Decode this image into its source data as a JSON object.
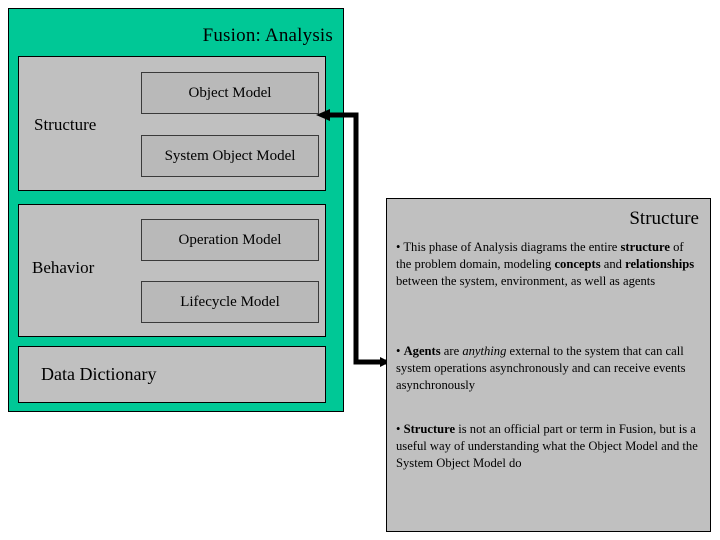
{
  "diagram": {
    "title": "Fusion: Analysis",
    "background_color": "#00c896",
    "panel_color": "#c0c0c0",
    "model_box_color": "#b9b9b9",
    "groups": [
      {
        "label": "Structure",
        "models": [
          "Object Model",
          "System Object Model"
        ]
      },
      {
        "label": "Behavior",
        "models": [
          "Operation Model",
          "Lifecycle Model"
        ]
      }
    ],
    "data_dictionary_label": "Data Dictionary"
  },
  "connector": {
    "name": "structure-to-notes-connector",
    "style": "double-headed-elbow-arrow",
    "color": "#000000"
  },
  "notes": {
    "heading": "Structure",
    "bullets": [
      {
        "id": "bullet-1",
        "parts": [
          {
            "text": "• This phase of Analysis diagrams the entire ",
            "style": "normal"
          },
          {
            "text": "structure",
            "style": "bold"
          },
          {
            "text": " of the problem domain, modeling ",
            "style": "normal"
          },
          {
            "text": "concepts",
            "style": "bold"
          },
          {
            "text": " and ",
            "style": "normal"
          },
          {
            "text": "relationships",
            "style": "bold"
          },
          {
            "text": " between the system, environment, as well as agents",
            "style": "normal"
          }
        ]
      },
      {
        "id": "bullet-2",
        "parts": [
          {
            "text": "• ",
            "style": "normal"
          },
          {
            "text": "Agents",
            "style": "bold"
          },
          {
            "text": " are ",
            "style": "normal"
          },
          {
            "text": "anything",
            "style": "italic"
          },
          {
            "text": " external to the system that can call system operations asynchronously and can receive events asynchronously",
            "style": "normal"
          }
        ]
      },
      {
        "id": "bullet-3",
        "parts": [
          {
            "text": "• ",
            "style": "normal"
          },
          {
            "text": "Structure",
            "style": "bold"
          },
          {
            "text": " is not an official part or term in Fusion, but is a useful way of understanding what the Object Model and the System Object Model do",
            "style": "normal"
          }
        ]
      }
    ]
  }
}
